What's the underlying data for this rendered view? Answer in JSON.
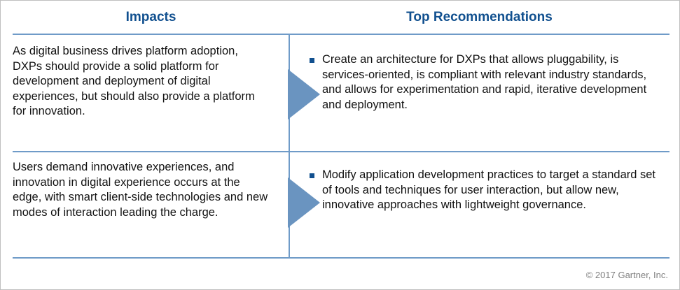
{
  "slide": {
    "columns": {
      "left_header": "Impacts",
      "right_header": "Top Recommendations"
    },
    "rows": [
      {
        "impact": "As digital business drives platform adoption, DXPs should provide a solid platform for development and deployment of digital experiences, but should also provide a platform for innovation.",
        "recommendation": "Create an architecture for DXPs that allows pluggability, is services-oriented, is compliant with relevant industry standards, and allows for experimentation and rapid, iterative development and deployment."
      },
      {
        "impact": "Users demand innovative experiences, and innovation in digital experience occurs at the edge, with smart client-side technologies and new modes of interaction leading the charge.",
        "recommendation": "Modify application development practices to target a standard set of tools and techniques for user interaction, but allow new, innovative approaches with lightweight governance."
      }
    ],
    "footer": "© 2017 Gartner, Inc.",
    "colors": {
      "header_text": "#11508f",
      "rule": "#6f9bc8",
      "arrow": "#6a94c0",
      "bullet": "#11508f",
      "body_text": "#121212",
      "footer_text": "#808080",
      "border": "#bfbfbf"
    }
  }
}
